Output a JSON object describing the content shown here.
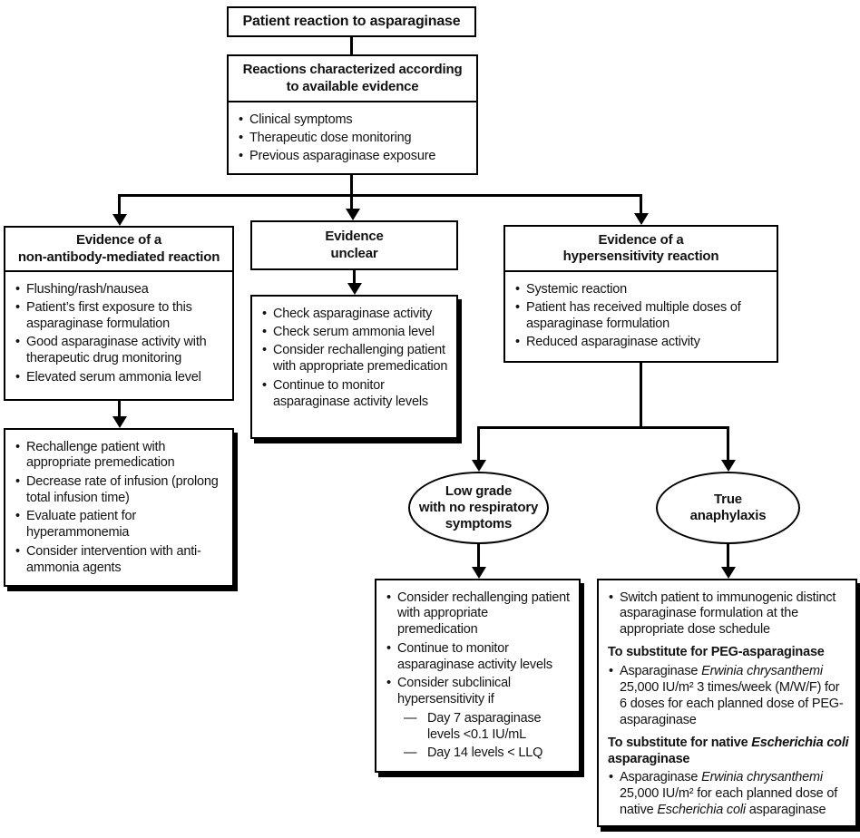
{
  "flowchart": {
    "title": "Patient reaction to asparaginase",
    "criteria": {
      "heading_lines": [
        "Reactions characterized according",
        "to available evidence"
      ],
      "items": [
        "Clinical symptoms",
        "Therapeutic dose monitoring",
        "Previous asparaginase exposure"
      ]
    },
    "non_antibody": {
      "heading_lines": [
        "Evidence of a",
        "non-antibody-mediated reaction"
      ],
      "items": [
        "Flushing/rash/nausea",
        "Patient’s first exposure to this asparaginase formulation",
        "Good asparaginase activity with therapeutic drug monitoring",
        "Elevated serum ammonia level"
      ]
    },
    "non_antibody_action": {
      "items": [
        "Rechallenge patient with appropriate premedication",
        "Decrease rate of infusion (prolong total infusion time)",
        "Evaluate patient for hyperammonemia",
        "Consider intervention with anti-ammonia agents"
      ]
    },
    "unclear": {
      "heading_lines": [
        "Evidence",
        "unclear"
      ]
    },
    "unclear_action": {
      "items": [
        "Check asparaginase activity",
        "Check serum ammonia level",
        "Consider rechallenging patient with appropriate premedication",
        "Continue to monitor asparaginase activity levels"
      ]
    },
    "hypersensitivity": {
      "heading_lines": [
        "Evidence of a",
        "hypersensitivity reaction"
      ],
      "items": [
        "Systemic reaction",
        "Patient has received multiple doses of asparaginase formulation",
        "Reduced asparaginase activity"
      ]
    },
    "low_grade": {
      "lines": [
        "Low grade",
        "with no respiratory",
        "symptoms"
      ]
    },
    "anaphylaxis": {
      "lines": [
        "True",
        "anaphylaxis"
      ]
    },
    "low_grade_action": {
      "items": [
        "Consider rechallenging patient with appropriate premedication",
        "Continue to monitor asparaginase activity levels",
        "Consider subclinical hypersensitivity if"
      ],
      "sub_items": [
        "Day 7 asparaginase levels <0.1 IU/mL",
        "Day 14 levels < LLQ"
      ]
    },
    "anaphylaxis_action": {
      "switch_item": "Switch patient to immunogenic distinct asparaginase formulation at the appropriate dose schedule",
      "peg_heading": "To substitute for PEG-asparaginase",
      "peg_item": {
        "pre": "Asparaginase ",
        "species": "Erwinia chrysanthemi",
        "post": " 25,000 IU/m² 3 times/week (M/W/F) for 6 doses for each planned dose of PEG-asparaginase"
      },
      "ecoli_heading": {
        "pre": "To substitute for native ",
        "species": "Escherichia coli",
        "post": " asparaginase"
      },
      "ecoli_item": {
        "pre": "Asparaginase ",
        "species": "Erwinia chrysanthemi",
        "mid": " 25,000 IU/m² for each planned dose of native ",
        "species2": "Escherichia coli",
        "post": " asparaginase"
      }
    }
  }
}
